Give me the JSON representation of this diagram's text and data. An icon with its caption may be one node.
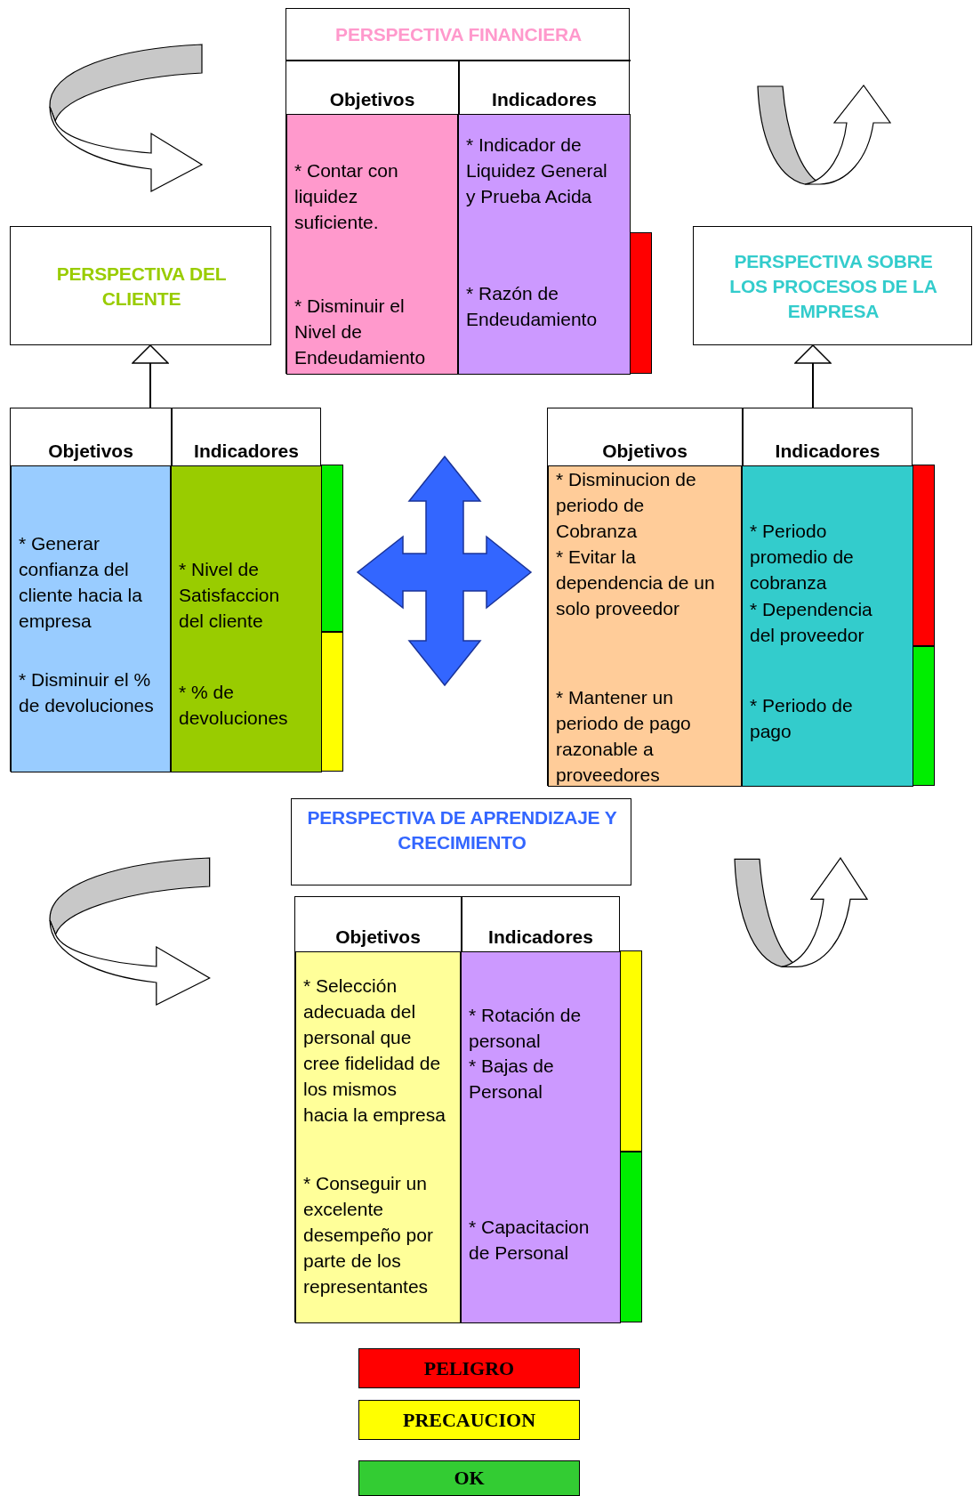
{
  "diagram": {
    "nodes": [
      {
        "text": [
          "PERSPECTIVA FINANCIERA",
          "Objetivos",
          "Indicadores"
        ]
      },
      {
        "text": [
          "* Contar con liquidez suficiente.",
          "* Disminuir el Nivel de Endeudamiento"
        ],
        "in": 0
      },
      {
        "text": [
          "* Indicador de Liquidez General y Prueba Acida",
          "* Razón de Endeudamiento"
        ],
        "in": 0
      },
      {
        "text": [],
        "shape": "bar"
      },
      {
        "text": [
          "PERSPECTIVA DEL CLIENTE"
        ]
      },
      {
        "text": [
          "PERSPECTIVA SOBRE LOS PROCESOS DE LA EMPRESA"
        ]
      },
      {
        "text": [
          "Objetivos",
          "Indicadores"
        ]
      },
      {
        "text": [
          "* Generar confianza del cliente hacia la empresa",
          "* Disminuir el % de devoluciones"
        ],
        "in": 6
      },
      {
        "text": [
          "* Nivel de Satisfaccion del cliente",
          "* % de devoluciones"
        ],
        "in": 6
      },
      {
        "text": [],
        "shape": "bar"
      },
      {
        "text": [],
        "shape": "bar"
      },
      {
        "text": [
          "Objetivos",
          "Indicadores"
        ]
      },
      {
        "text": [
          "* Disminucion de periodo de Cobranza",
          "* Evitar la dependencia de un solo proveedor",
          "* Mantener un periodo de pago razonable a proveedores"
        ],
        "in": 11
      },
      {
        "text": [
          "* Periodo promedio de cobranza",
          "* Dependencia del proveedor",
          "* Periodo de pago"
        ],
        "in": 11
      },
      {
        "text": [],
        "shape": "bar"
      },
      {
        "text": [],
        "shape": "bar"
      },
      {
        "text": [
          "PERSPECTIVA DE APRENDIZAJE Y CRECIMIENTO"
        ]
      },
      {
        "text": [
          "Objetivos",
          "Indicadores"
        ]
      },
      {
        "text": [
          "* Selección adecuada del personal que cree fidelidad de los mismos hacia la empresa",
          "* Conseguir un excelente desempeño por parte de los representantes"
        ],
        "in": 17
      },
      {
        "text": [
          "* Rotación de personal",
          "* Bajas de Personal",
          "* Capacitacion de Personal"
        ],
        "in": 17
      },
      {
        "text": [],
        "shape": "bar"
      },
      {
        "text": [],
        "shape": "bar"
      }
    ],
    "edges": [
      {
        "from": 6,
        "to": 4,
        "arrow": "to"
      },
      {
        "from": 11,
        "to": 5,
        "arrow": "to"
      }
    ],
    "legend": [
      {
        "text": "PELIGRO",
        "color": "#ff0000"
      },
      {
        "text": "PRECAUCION",
        "color": "#ffff00"
      },
      {
        "text": "OK",
        "color": "#33cc33"
      }
    ]
  }
}
